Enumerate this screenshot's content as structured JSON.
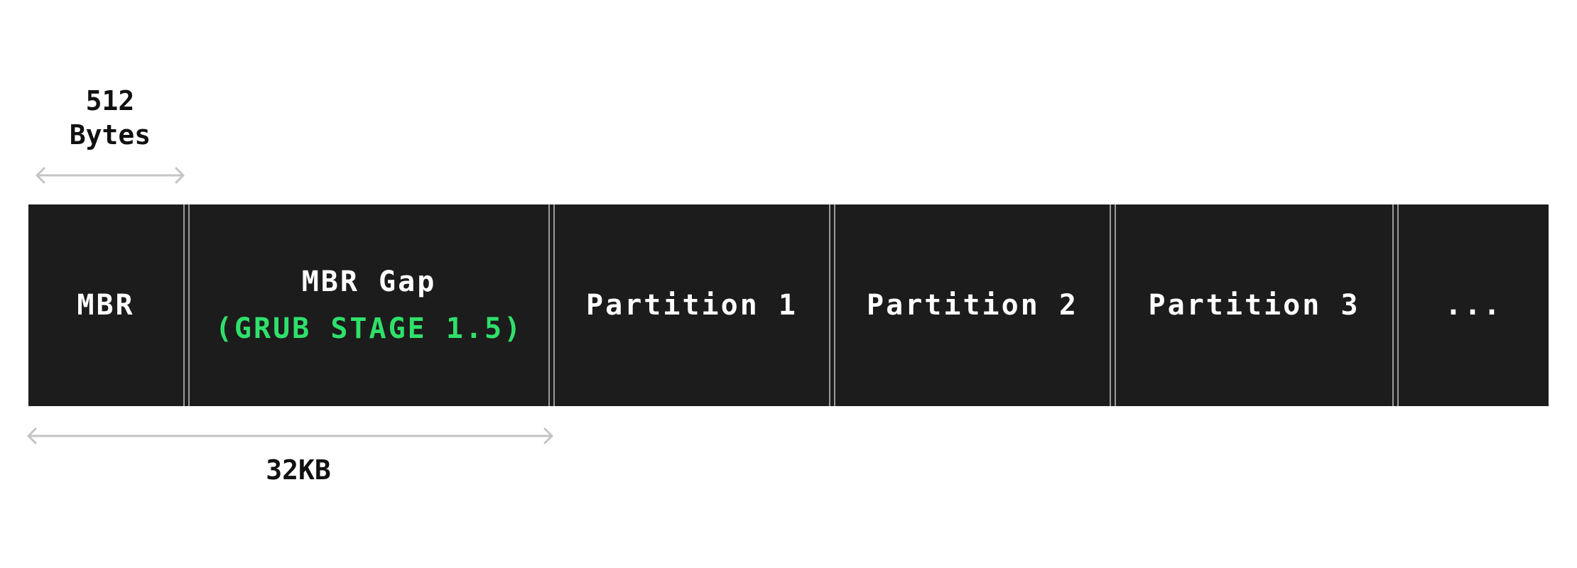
{
  "top_dimension": {
    "value": "512",
    "unit": "Bytes"
  },
  "segments": [
    {
      "label": "MBR"
    },
    {
      "label": "MBR Gap",
      "sublabel": "(GRUB STAGE 1.5)"
    },
    {
      "label": "Partition 1"
    },
    {
      "label": "Partition 2"
    },
    {
      "label": "Partition 3"
    },
    {
      "label": "..."
    }
  ],
  "bottom_dimension": {
    "label": "32KB"
  },
  "colors": {
    "bar": "#1c1c1c",
    "segment_text": "#ffffff",
    "grub_text": "#2fe06a",
    "arrow": "#c4c4c4",
    "divider": "#9a9a9a"
  }
}
